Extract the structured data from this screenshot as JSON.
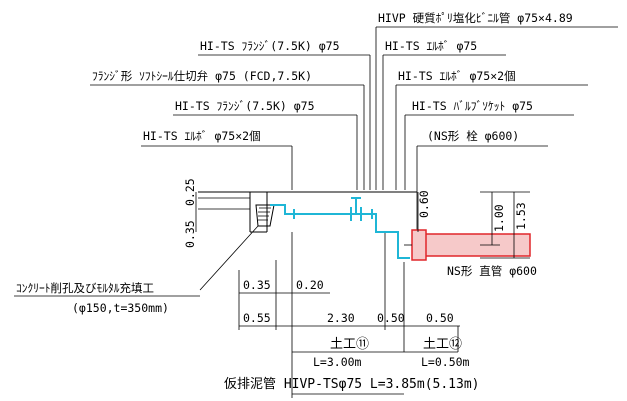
{
  "callouts": {
    "hivp": "HIVP 硬質ﾎﾟﾘ塩化ﾋﾞﾆﾙ管 φ75×4.89",
    "flange1": "HI-TS ﾌﾗﾝｼﾞ(7.5K) φ75",
    "elbow1": "HI-TS ｴﾙﾎﾞ φ75",
    "valve": "ﾌﾗﾝｼﾞ形 ｿﾌﾄｼｰﾙ仕切弁 φ75 (FCD,7.5K)",
    "elbow2": "HI-TS ｴﾙﾎﾞ φ75×2個",
    "flange2": "HI-TS ﾌﾗﾝｼﾞ(7.5K) φ75",
    "socket": "HI-TS ﾊﾞﾙﾌﾞｿｹｯﾄ φ75",
    "elbow3": "HI-TS ｴﾙﾎﾞ φ75×2個",
    "ns_plug": "(NS形 栓 φ600)",
    "ns_pipe": "NS形 直管 φ600",
    "concrete_1": "ｺﾝｸﾘｰﾄ削孔及びﾓﾙﾀﾙ充填工",
    "concrete_2": "(φ150,t=350mm)"
  },
  "dims": {
    "left_top": "0.25",
    "left_bottom": "0.35",
    "mid_060": "0.60",
    "right_100": "1.00",
    "right_153": "1.53",
    "d035": "0.35",
    "d020": "0.20",
    "d055": "0.55",
    "d230": "2.30",
    "d050a": "0.50",
    "d050b": "0.50"
  },
  "works": {
    "w11_title": "土工⑪",
    "w11_len": "L=3.00m",
    "w12_title": "土工⑫",
    "w12_len": "L=0.50m"
  },
  "footer": "仮排泥管 HIVP-TSφ75 L=3.85m(5.13m)",
  "colors": {
    "pipe": "#1fb6d6",
    "ns_pipe": "#e0262a"
  }
}
